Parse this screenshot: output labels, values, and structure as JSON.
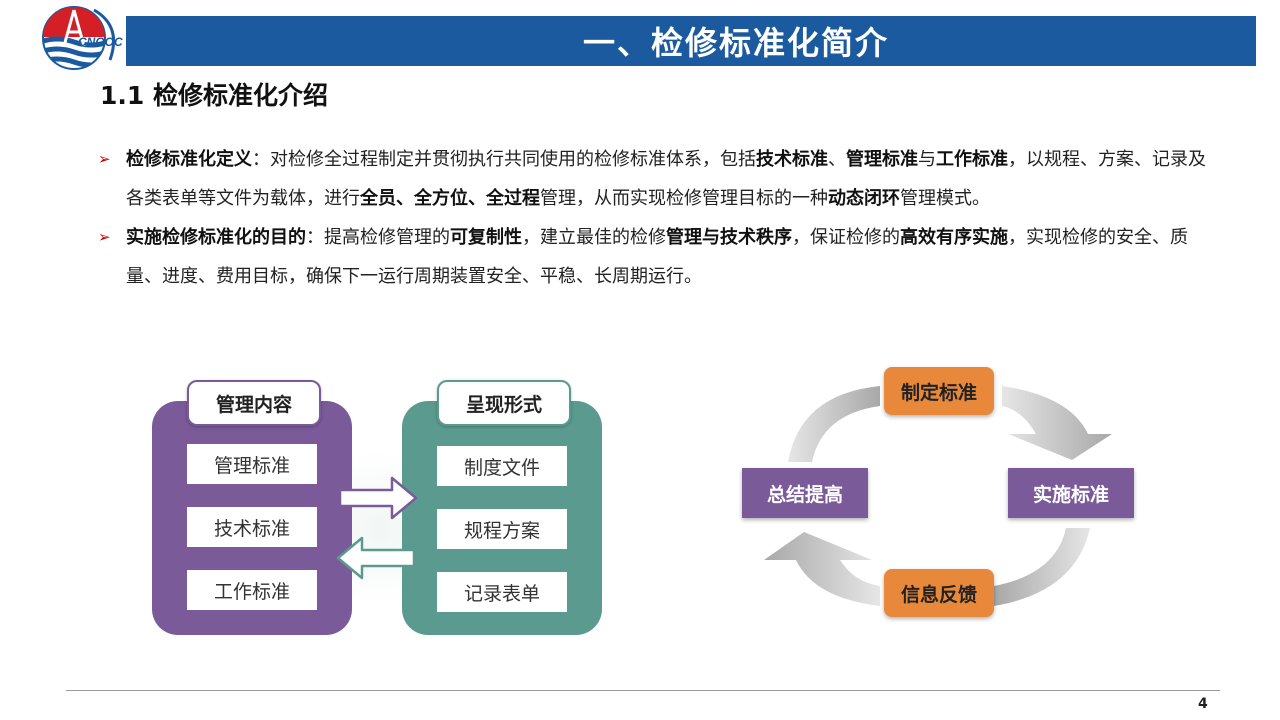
{
  "header": {
    "logo_text": "CNOOC",
    "title": "一、检修标准化简介"
  },
  "section": {
    "subtitle": "1.1 检修标准化介绍"
  },
  "bullets": {
    "marker": "➢",
    "b1": {
      "label": "检修标准化定义",
      "t1": "：对检修全过程制定并贯彻执行共同使用的检修标准体系，包括",
      "k1": "技术标准",
      "t2": "、",
      "k2": "管理标准",
      "t3": "与",
      "k3": "工作标准",
      "t4": "，以规程、方案、记录及各类表单等文件为载体，进行",
      "k4": "全员、全方位、全过程",
      "t5": "管理，从而实现检修管理目标的一种",
      "k5": "动态闭环",
      "t6": "管理模式。"
    },
    "b2": {
      "label": "实施检修标准化的目的",
      "t1": "：提高检修管理的",
      "k1": "可复制性",
      "t2": "，建立最佳的检修",
      "k2": "管理与技术秩序",
      "t3": "，保证检修的",
      "k3": "高效有序实施",
      "t4": "，实现检修的安全、质量、进度、费用目标，确保下一运行周期装置安全、平稳、长周期运行。"
    }
  },
  "mapping": {
    "left": {
      "header": "管理内容",
      "items": [
        "管理标准",
        "技术标准",
        "工作标准"
      ]
    },
    "right": {
      "header": "呈现形式",
      "items": [
        "制度文件",
        "规程方案",
        "记录表单"
      ]
    }
  },
  "cycle": {
    "top": "制定标准",
    "right": "实施标准",
    "bottom": "信息反馈",
    "left": "总结提高"
  },
  "colors": {
    "title_bar": "#1c5aa0",
    "purple": "#7a5a98",
    "teal": "#5b9b8f",
    "orange": "#e8883a",
    "bullet_marker": "#c00000",
    "arrow_gray": "#bdbdbd"
  },
  "footer": {
    "page_number": "4"
  }
}
